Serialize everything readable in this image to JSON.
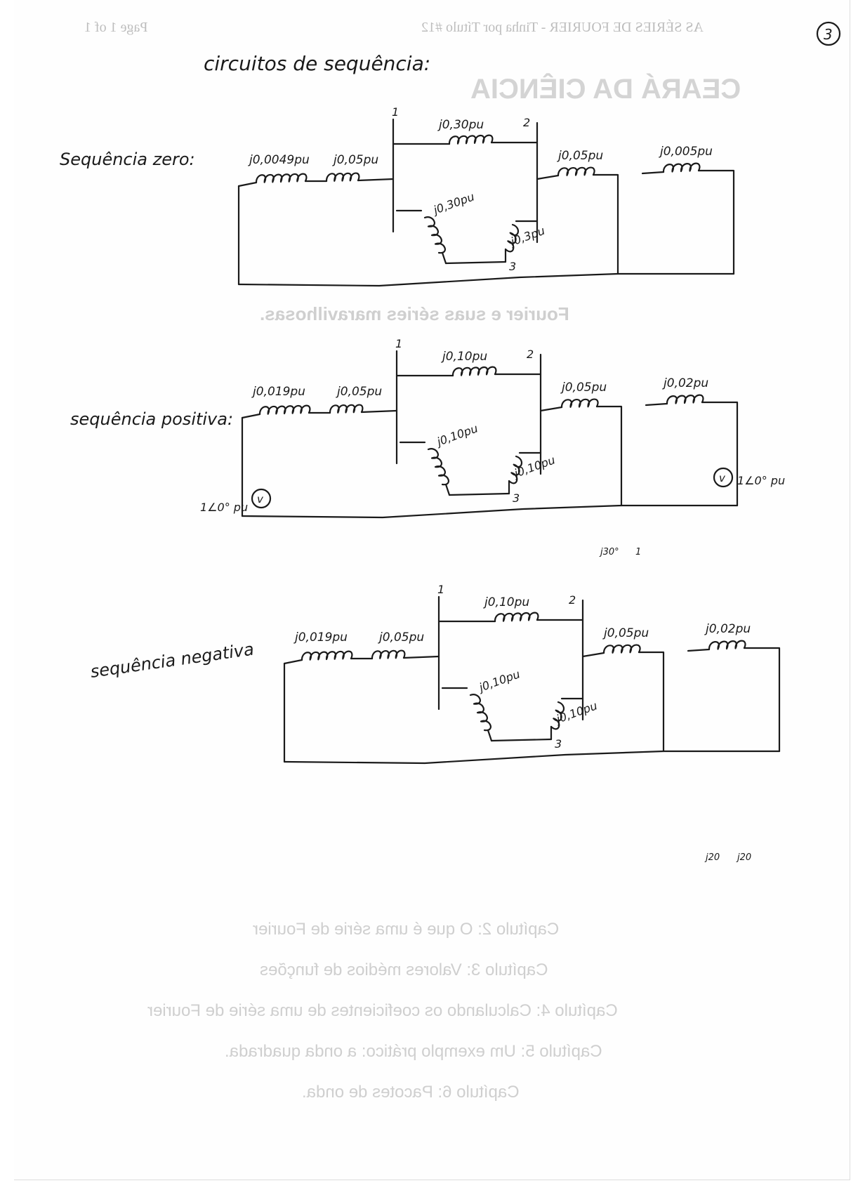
{
  "page_number": "3",
  "show_through": {
    "header_left": "AS SÉRIES DE FOURIER - Tinha por Título #12",
    "header_right": "Page 1 of 1",
    "masthead": "CEARÁ DA CIÊNCIA",
    "article_title": "Fourier e suas séries maravilhosas.",
    "chapters": [
      "Capítulo 2: O que é uma série de Fourier",
      "Capítulo 3: Valores médios de funções",
      "Capítulo 4: Calculando os coeficientes de uma série de Fourier",
      "Capítulo 5: Um exemplo prático: a onda quadrada.",
      "Capítulo 6: Pacotes de onda."
    ]
  },
  "title": "circuitos de sequência:",
  "zero_sequence": {
    "label": "Sequência zero:",
    "impedances": [
      "j0,0049pu",
      "j0,05pu",
      "j0,30pu",
      "j0,30pu",
      "j0,3pu",
      "j0,05pu",
      "j0,005pu"
    ],
    "buses": [
      "1",
      "2",
      "3"
    ]
  },
  "positive_sequence": {
    "label": "sequência positiva:",
    "impedances": [
      "j0,019pu",
      "j0,05pu",
      "j0,10pu",
      "j0,10pu",
      "j0,10pu",
      "j0,05pu",
      "j0,02pu"
    ],
    "buses": [
      "1",
      "2",
      "3"
    ],
    "sources": [
      "1∠0° pu",
      "1∠0° pu"
    ],
    "notes": [
      "j30°",
      "1"
    ]
  },
  "negative_sequence": {
    "label": "sequência negativa",
    "impedances": [
      "j0,019pu",
      "j0,05pu",
      "j0,10pu",
      "j0,10pu",
      "j0,10pu",
      "j0,05pu",
      "j0,02pu"
    ],
    "buses": [
      "1",
      "2",
      "3"
    ],
    "notes": [
      "j20",
      "j20"
    ]
  },
  "ink_color": "#1a1a1a"
}
